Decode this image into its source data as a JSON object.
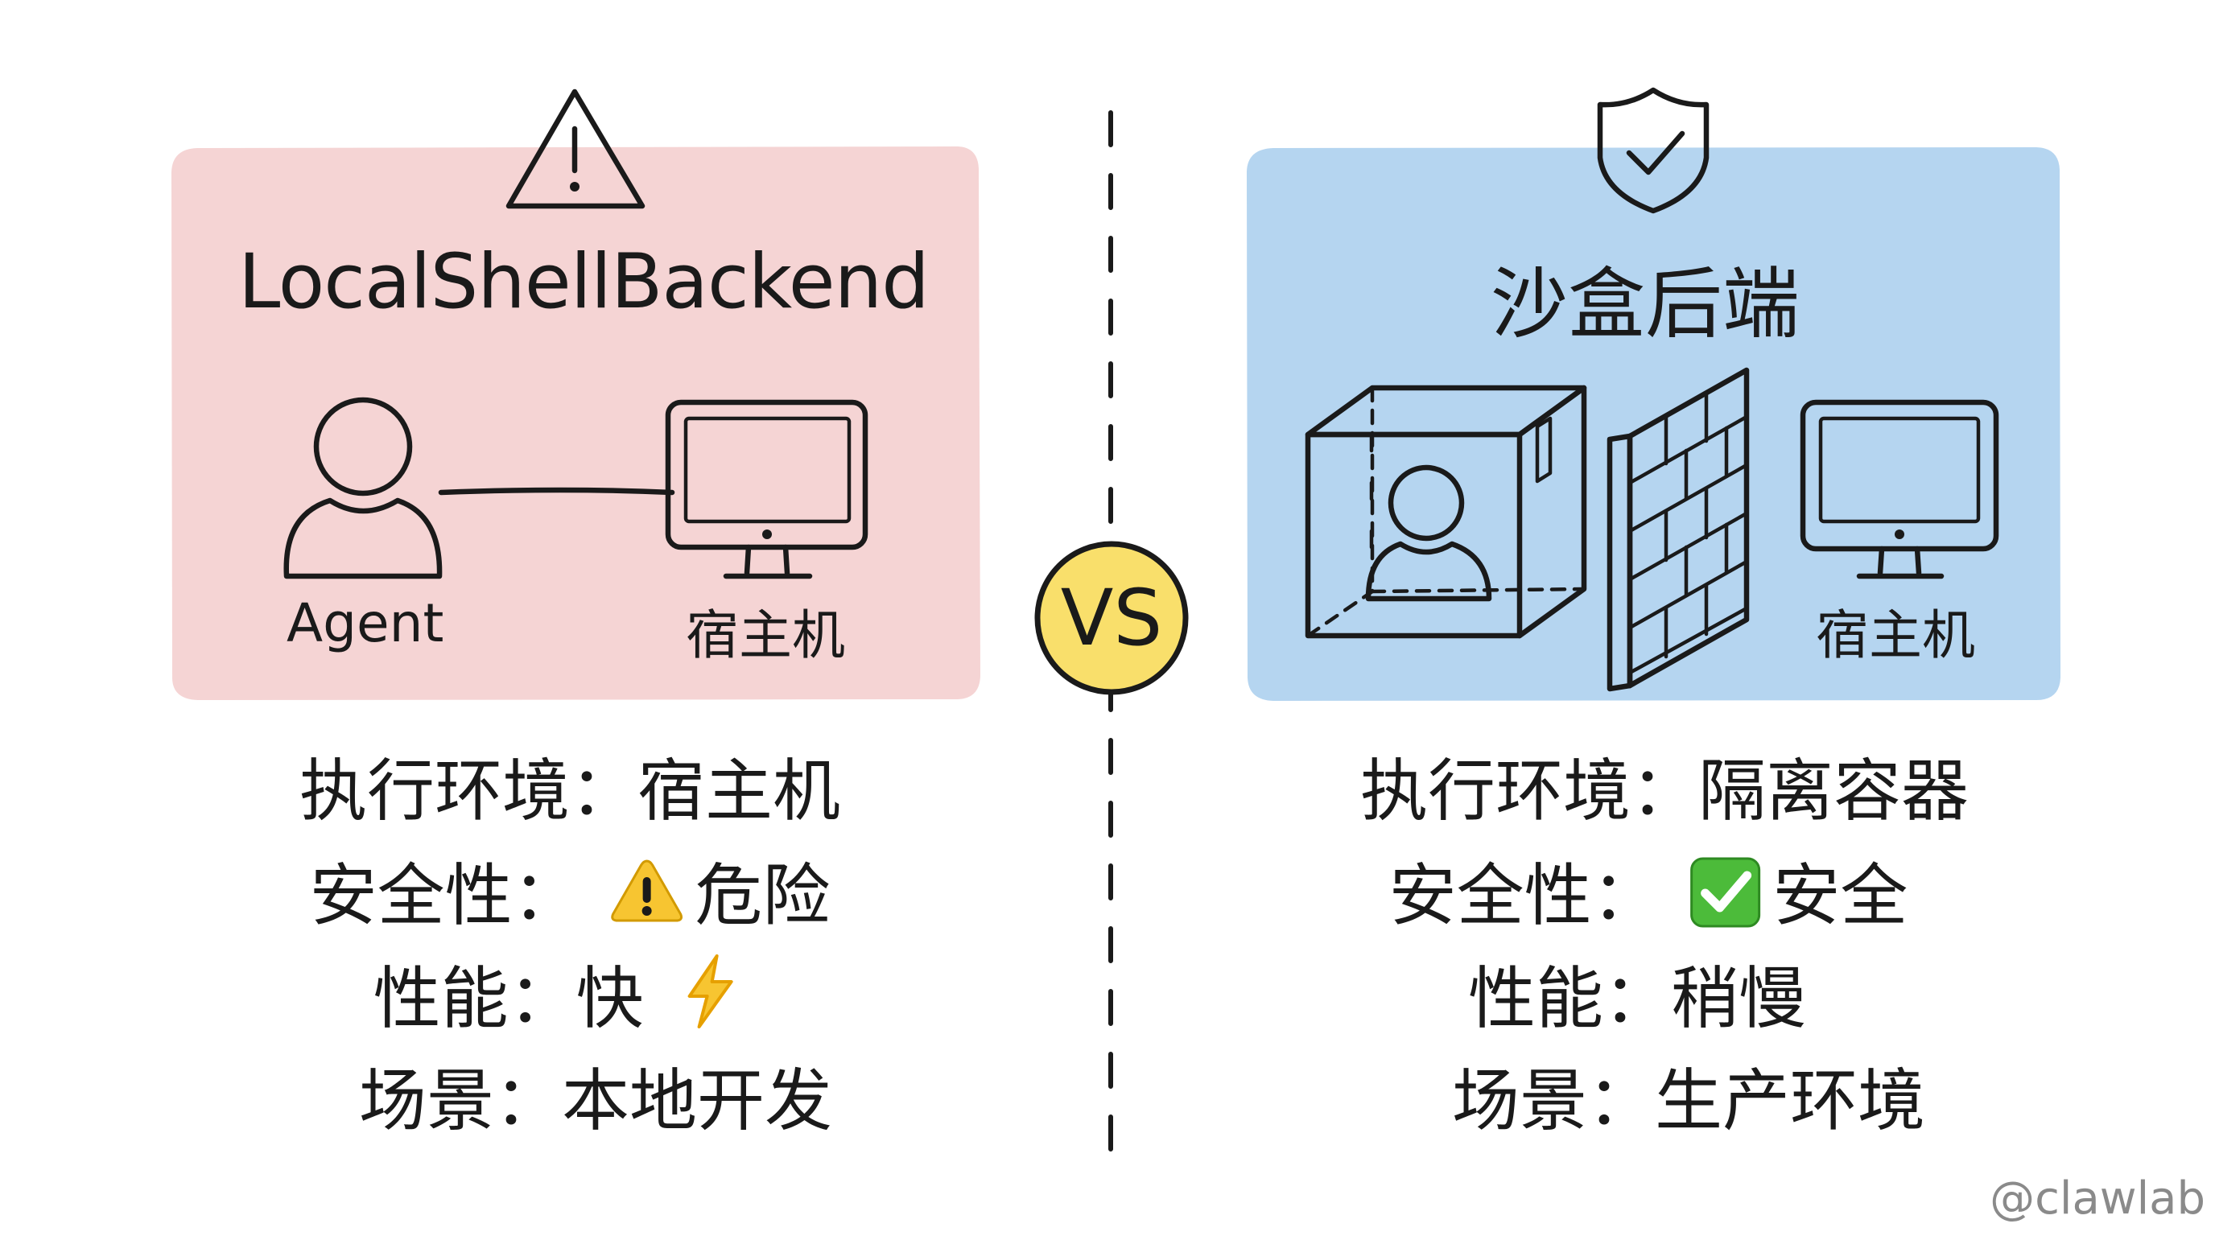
{
  "left": {
    "title": "LocalShellBackend",
    "agent_label": "Agent",
    "host_label": "宿主机",
    "card_color": "#f5d4d4",
    "rows": [
      {
        "key": "执行环境：",
        "value": "宿主机",
        "icon": ""
      },
      {
        "key": "安全性：",
        "value": "危险",
        "icon": "warning-icon"
      },
      {
        "key": "性能：",
        "value": "快",
        "icon": "lightning-icon"
      },
      {
        "key": "场景：",
        "value": "本地开发",
        "icon": ""
      }
    ]
  },
  "right": {
    "title": "沙盒后端",
    "host_label": "宿主机",
    "card_color": "#b5d5f0",
    "rows": [
      {
        "key": "执行环境：",
        "value": "隔离容器",
        "icon": ""
      },
      {
        "key": "安全性：",
        "value": "安全",
        "icon": "checkmark-icon"
      },
      {
        "key": "性能：",
        "value": "稍慢",
        "icon": ""
      },
      {
        "key": "场景：",
        "value": "生产环境",
        "icon": ""
      }
    ]
  },
  "vs_label": "VS",
  "vs_color": "#f9df6b",
  "watermark": "@clawlab"
}
